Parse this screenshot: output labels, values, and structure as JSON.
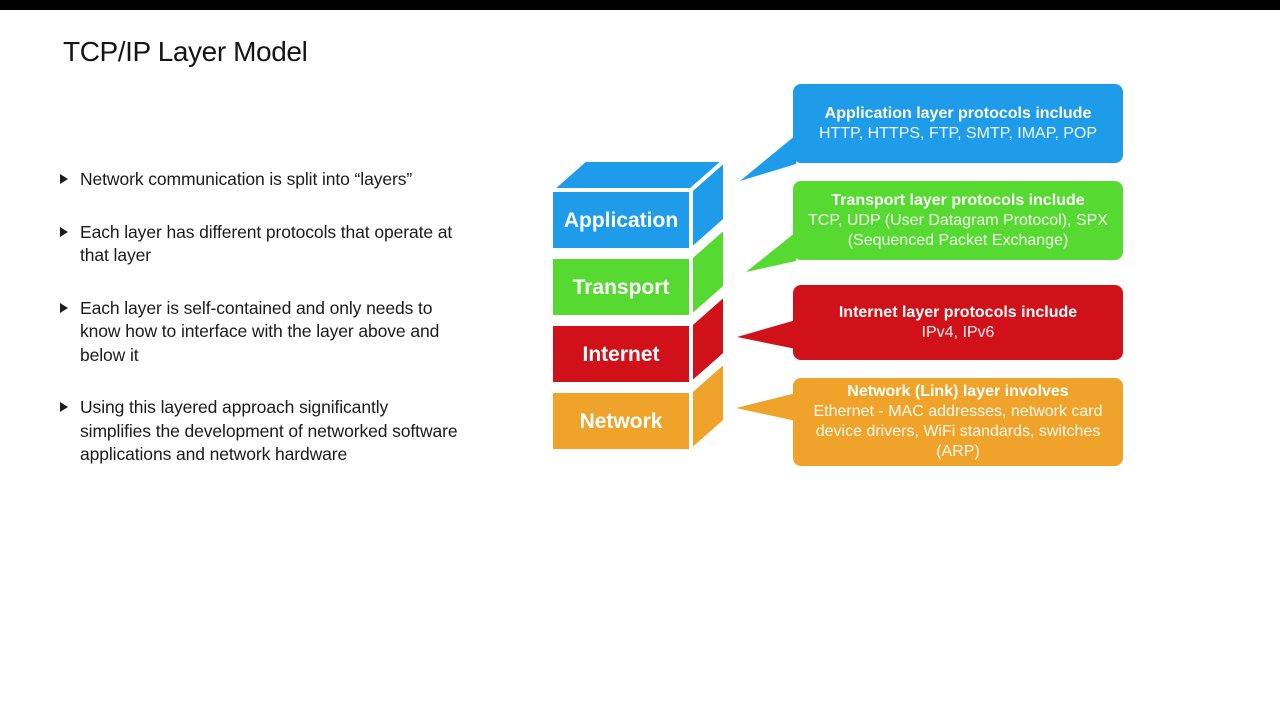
{
  "slide": {
    "title": "TCP/IP Layer Model",
    "bullets": [
      "Network communication is split into “layers”",
      "Each layer has different protocols that operate at that layer",
      "Each layer is self-contained and only needs to know how to interface with the layer above and below it",
      "Using this layered approach significantly simplifies the development of networked software applications and network hardware"
    ]
  },
  "stack": {
    "layers": [
      {
        "label": "Application",
        "color": "#1e9ce9"
      },
      {
        "label": "Transport",
        "color": "#56d931"
      },
      {
        "label": "Internet",
        "color": "#d0111a"
      },
      {
        "label": "Network",
        "color": "#f0a32a"
      }
    ]
  },
  "callouts": [
    {
      "title": "Application layer protocols include",
      "body": "HTTP, HTTPS, FTP, SMTP, IMAP, POP",
      "color": "#1e9ce9"
    },
    {
      "title": "Transport layer protocols include",
      "body": "TCP, UDP (User Datagram Protocol), SPX (Sequenced Packet Exchange)",
      "color": "#56d931"
    },
    {
      "title": "Internet layer protocols include",
      "body": "IPv4, IPv6",
      "color": "#d0111a"
    },
    {
      "title": "Network (Link) layer involves",
      "body": "Ethernet - MAC addresses, network card device drivers, WiFi standards, switches (ARP)",
      "color": "#f0a32a"
    }
  ]
}
